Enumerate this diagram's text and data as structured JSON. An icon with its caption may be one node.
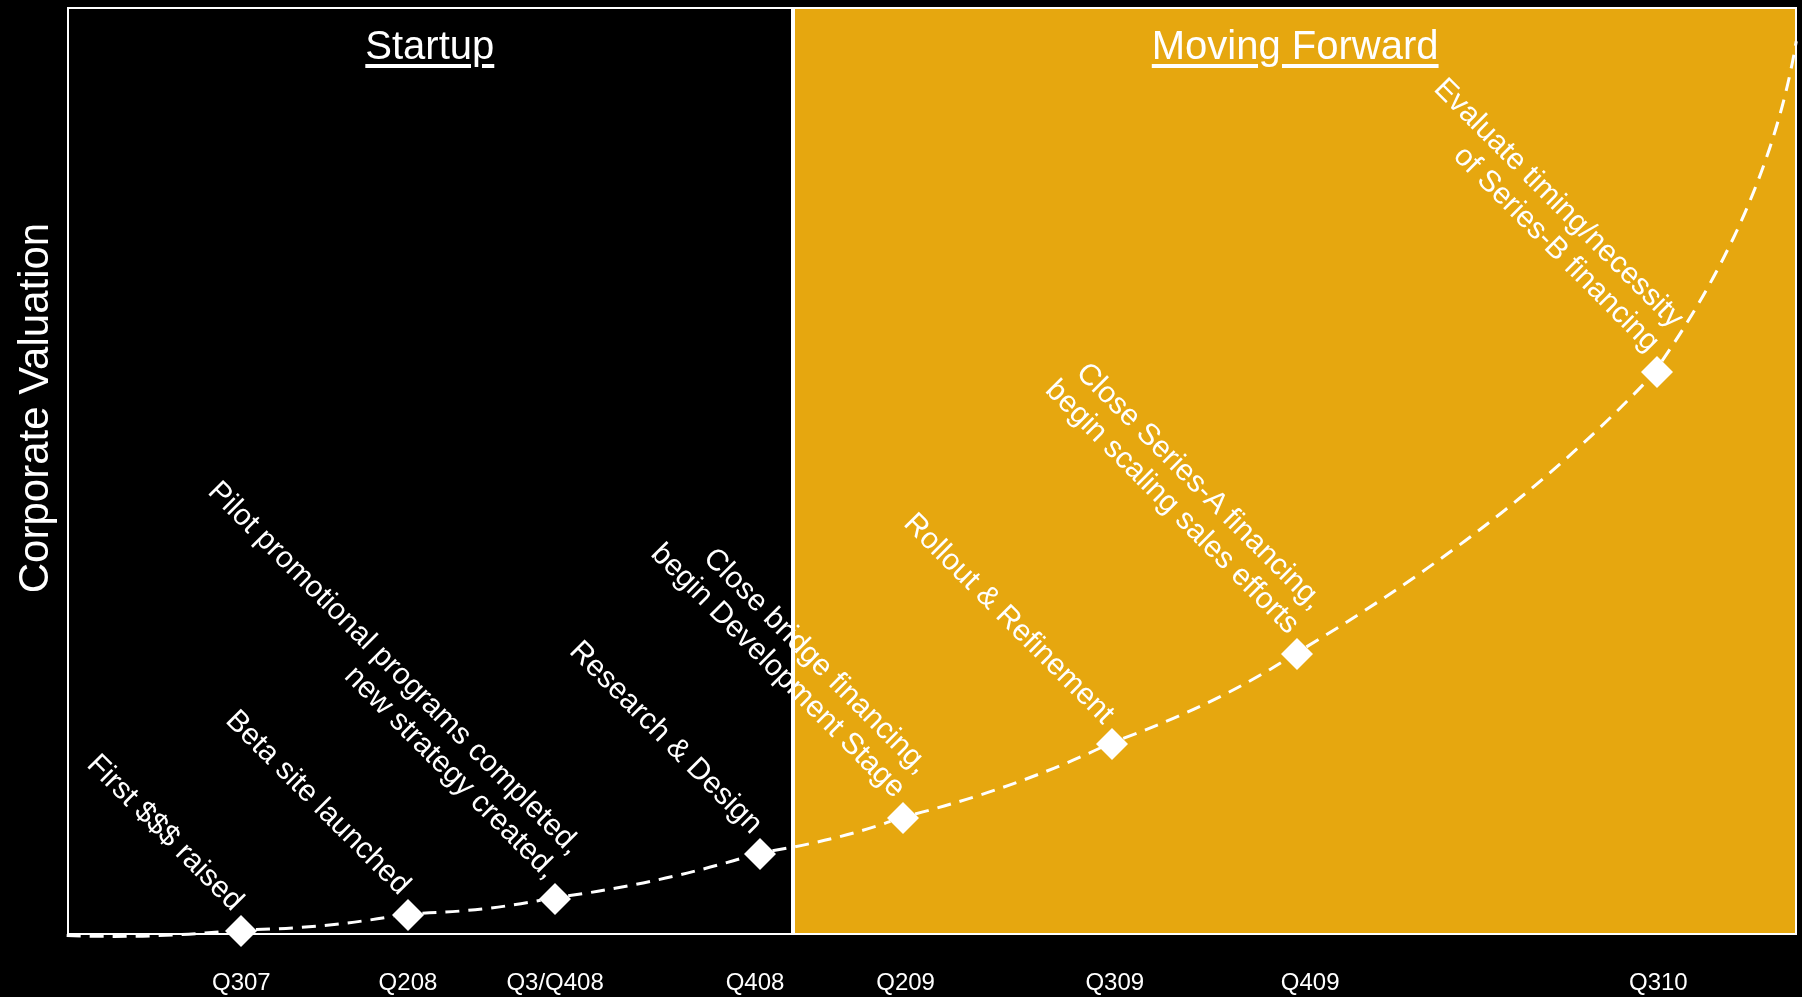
{
  "diagram": {
    "nodes": [
      {
        "text": [
          "Startup"
        ]
      },
      {
        "text": [
          "Moving Forward"
        ]
      },
      {
        "text": [],
        "shape": "diamond",
        "in": 0,
        "beside": [
          "First $$$ raised"
        ]
      },
      {
        "text": [],
        "shape": "diamond",
        "in": 0,
        "beside": [
          "Beta site launched"
        ]
      },
      {
        "text": [],
        "shape": "diamond",
        "in": 0,
        "beside": [
          "Pilot promotional programs completed, new strategy created,"
        ]
      },
      {
        "text": [],
        "shape": "diamond",
        "in": 0,
        "beside": [
          "Research & Design"
        ]
      },
      {
        "text": [],
        "shape": "diamond",
        "in": 1,
        "beside": [
          "Close bridge financing, begin Development Stage"
        ]
      },
      {
        "text": [],
        "shape": "diamond",
        "in": 1,
        "beside": [
          "Rollout & Refinement"
        ]
      },
      {
        "text": [],
        "shape": "diamond",
        "in": 1,
        "beside": [
          "Close Series-A financing, begin scaling sales efforts"
        ]
      },
      {
        "text": [],
        "shape": "diamond",
        "in": 1,
        "beside": [
          "Evaluate timing/necessity of Series-B financing"
        ]
      }
    ],
    "edges": [
      {
        "from": null,
        "to": 2,
        "arrow": "none",
        "style": "dashed"
      },
      {
        "from": 2,
        "to": 3,
        "arrow": "none",
        "style": "dashed"
      },
      {
        "from": 3,
        "to": 4,
        "arrow": "none",
        "style": "dashed"
      },
      {
        "from": 4,
        "to": 5,
        "arrow": "none",
        "style": "dashed"
      },
      {
        "from": 5,
        "to": 6,
        "arrow": "none",
        "style": "dashed"
      },
      {
        "from": 6,
        "to": 7,
        "arrow": "none",
        "style": "dashed"
      },
      {
        "from": 7,
        "to": 8,
        "arrow": "none",
        "style": "dashed"
      },
      {
        "from": 8,
        "to": 9,
        "arrow": "none",
        "style": "dashed"
      },
      {
        "from": 9,
        "to": null,
        "arrow": "none",
        "style": "dashed"
      }
    ],
    "labels": [
      "Corporate Valuation",
      "Q307",
      "Q208",
      "Q3/Q408",
      "Q408",
      "Q209",
      "Q309",
      "Q409",
      "Q310"
    ]
  }
}
